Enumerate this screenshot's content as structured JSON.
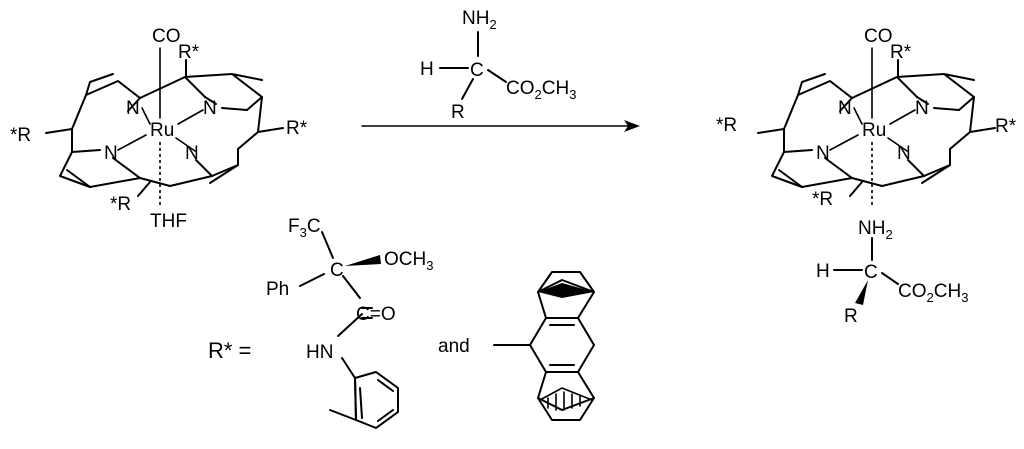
{
  "reactant": {
    "metal": "Ru",
    "axial_top": "CO",
    "axial_bottom": "THF",
    "n_label": "N",
    "r_top": "R*",
    "r_left": "*R",
    "r_right": "R*",
    "r_bottom": "*R"
  },
  "reagent": {
    "nh": "NH",
    "nh_sub": "2",
    "h": "H",
    "c": "C",
    "ester_a": "CO",
    "ester_sub": "2",
    "ester_b": "CH",
    "ester_sub2": "3",
    "r": "R"
  },
  "product": {
    "metal": "Ru",
    "axial_top": "CO",
    "n_label": "N",
    "r_top": "R*",
    "r_left": "*R",
    "r_right": "R*",
    "r_bottom": "*R",
    "nh": "NH",
    "nh_sub": "2",
    "h": "H",
    "c": "C",
    "ester_a": "CO",
    "ester_sub": "2",
    "ester_b": "CH",
    "ester_sub2": "3",
    "r": "R"
  },
  "definition": {
    "rstar": "R* =",
    "f3c_a": "F",
    "f3c_sub": "3",
    "f3c_b": "C",
    "och3": "OCH",
    "och3_sub": "3",
    "ph": "Ph",
    "c": "C",
    "co": "C=O",
    "hn": "HN",
    "and": "and"
  }
}
